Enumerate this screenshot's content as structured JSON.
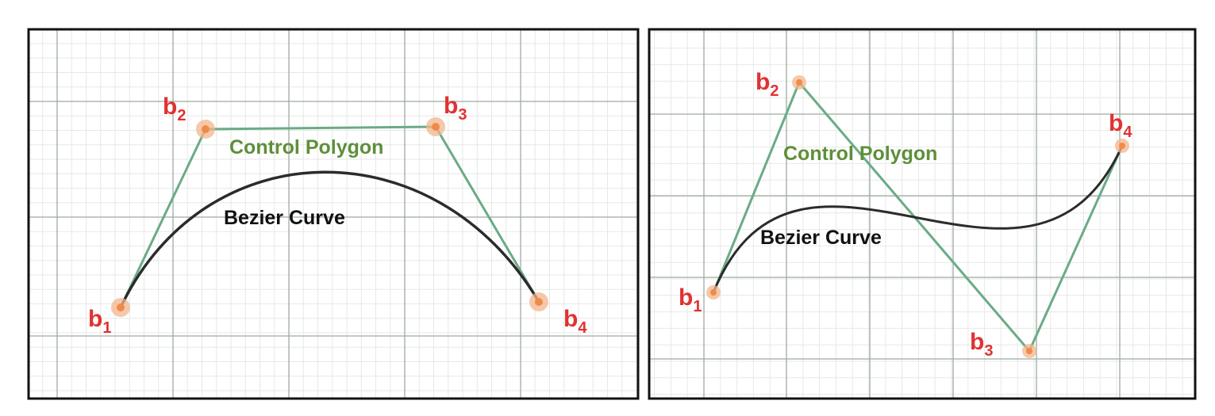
{
  "panels": [
    {
      "id": "left",
      "polygon_label": "Control Polygon",
      "curve_label": "Bezier Curve",
      "points": [
        {
          "base": "b",
          "sub": "1"
        },
        {
          "base": "b",
          "sub": "2"
        },
        {
          "base": "b",
          "sub": "3"
        },
        {
          "base": "b",
          "sub": "4"
        }
      ]
    },
    {
      "id": "right",
      "polygon_label": "Control Polygon",
      "curve_label": "Bezier Curve",
      "points": [
        {
          "base": "b",
          "sub": "1"
        },
        {
          "base": "b",
          "sub": "2"
        },
        {
          "base": "b",
          "sub": "3"
        },
        {
          "base": "b",
          "sub": "4"
        }
      ]
    }
  ],
  "colors": {
    "polygon": "#6aab86",
    "curve": "#2b2b2b",
    "point": "#f3b58c",
    "point_core": "#f08a4b",
    "label": "#e03232",
    "grid_minor": "#e6e9e6",
    "grid_major": "#9eaaa2",
    "frame": "#111111"
  }
}
